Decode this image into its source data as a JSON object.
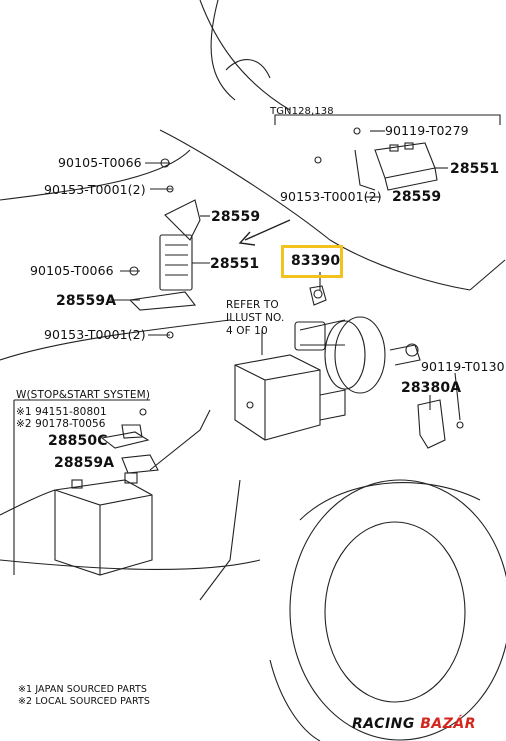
{
  "group_header": "TGN128,138",
  "highlight_part": "83390",
  "labels": {
    "p90105_a": "90105-T0066",
    "p90153_a": "90153-T0001(2)",
    "p28559_a": "28559",
    "p90105_b": "90105-T0066",
    "p28551_a": "28551",
    "p28559A": "28559A",
    "p90153_b": "90153-T0001(2)",
    "p90119_a": "90119-T0279",
    "p28551_b": "28551",
    "p90153_c": "90153-T0001(2)",
    "p28559_b": "28559",
    "refer_1": "REFER TO",
    "refer_2": "ILLUST NO.",
    "refer_3": "4 OF 10",
    "p90119_b": "90119-T0130",
    "p28380A": "28380A",
    "stop_start": "W(STOP&START SYSTEM)",
    "p94151": "※1 94151-80801",
    "p90178": "※2 90178-T0056",
    "p28850C": "28850C",
    "p28859A": "28859A"
  },
  "footnotes": {
    "note1": "※1 JAPAN SOURCED PARTS",
    "note2": "※2 LOCAL SOURCED PARTS"
  },
  "watermark": {
    "part1": "RACING",
    "part2": "BAZÁR"
  },
  "colors": {
    "highlight": "#f3c21f",
    "brand_red": "#d3261d",
    "line": "#222222"
  }
}
